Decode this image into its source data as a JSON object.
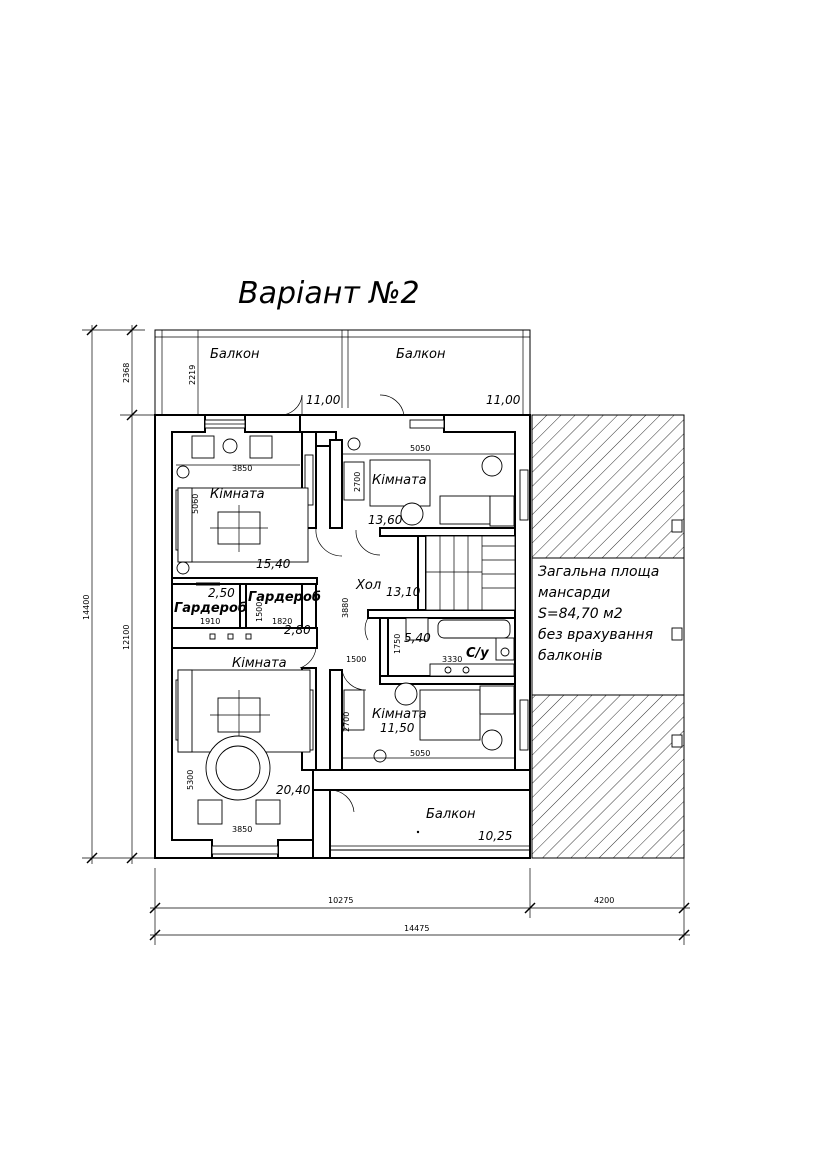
{
  "title": "Варіант №2",
  "rooms": {
    "balcony_top_left": {
      "label": "Балкон"
    },
    "balcony_top_right": {
      "label": "Балкон",
      "area": "11,00"
    },
    "balcony_top_mid_area": "11,00",
    "room_top_left": {
      "label": "Кімната",
      "area": "15,40"
    },
    "room_top_right": {
      "label": "Кімната",
      "area": "13,60"
    },
    "wardrobe_left": {
      "label": "Гардероб",
      "area": "2,50"
    },
    "wardrobe_right": {
      "label": "Гардероб",
      "area": "2,80"
    },
    "hall": {
      "label": "Хол",
      "area": "13,10"
    },
    "bathroom": {
      "label": "С/у",
      "area": "5,40"
    },
    "room_bottom_left": {
      "label": "Кімната",
      "area": "20,40"
    },
    "room_bottom_right": {
      "label": "Кімната",
      "area": "11,50"
    },
    "balcony_bottom": {
      "label": "Балкон",
      "area": "10,25"
    }
  },
  "note": {
    "line1": "Загальна площа",
    "line2": "мансарди",
    "line3": "S=84,70 м2",
    "line4": "без врахування",
    "line5": "балконів"
  },
  "dimensions": {
    "bottom_left": "10275",
    "bottom_right": "4200",
    "bottom_total": "14475",
    "left_outer": "14400",
    "left_inner": "12100",
    "left_balcony": "2368",
    "balcony_depth": "2219",
    "room_top_left_width": "3850",
    "room_top_left_height": "5060",
    "room_top_right_width": "5050",
    "room_top_right_depth": "2700",
    "wardrobe_left_width": "1910",
    "wardrobe_right_width": "1820",
    "wardrobe_right_height": "1500",
    "hall_height": "3880",
    "bath_width": "3330",
    "bath_height": "1750",
    "hall_small": "1500",
    "room_bottom_left_height": "5300",
    "room_bottom_left_width": "3850",
    "room_bottom_right_width": "5050",
    "room_bottom_right_depth": "2700"
  }
}
